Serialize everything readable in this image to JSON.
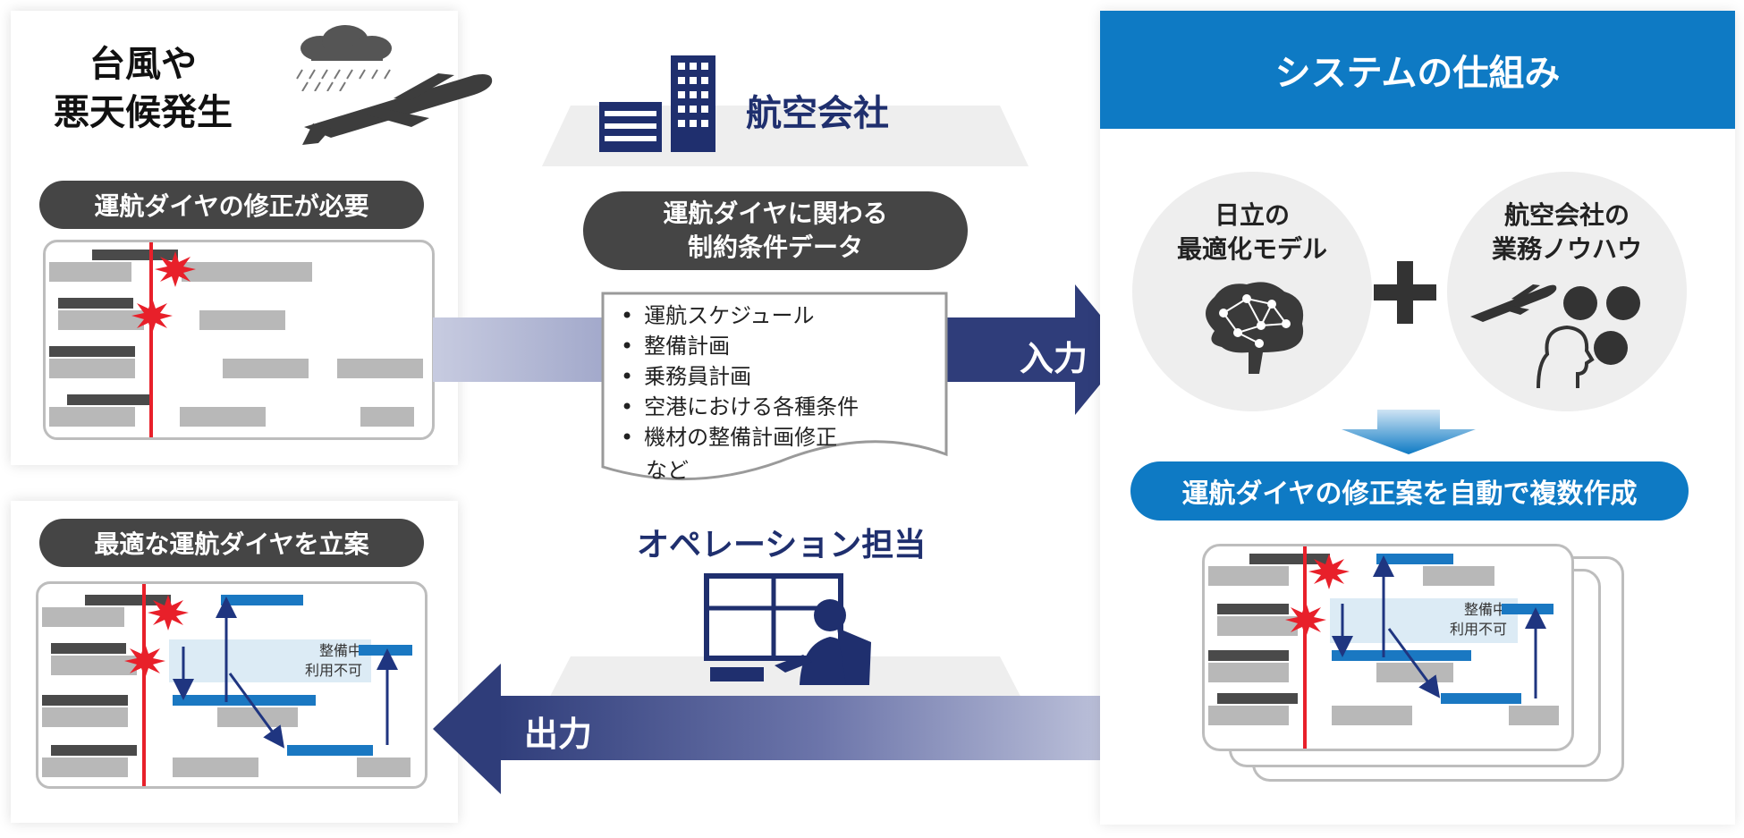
{
  "typhoon": {
    "line1": "台風や",
    "line2": "悪天候発生"
  },
  "left_top_pill": "運航ダイヤの修正が必要",
  "left_bottom_pill": "最適な運航ダイヤを立案",
  "airline": {
    "label": "航空会社"
  },
  "constraints": {
    "pill_line1": "運航ダイヤに関わる",
    "pill_line2": "制約条件データ",
    "items": [
      "運航スケジュール",
      "整備計画",
      "乗務員計画",
      "空港における各種条件",
      "機材の整備計画修正"
    ],
    "tail": "など"
  },
  "operations": {
    "label": "オペレーション担当"
  },
  "arrows": {
    "input": "入力",
    "output": "出力"
  },
  "system": {
    "header": "システムの仕組み",
    "model_line1": "日立の",
    "model_line2": "最適化モデル",
    "plus": "+",
    "knowhow_line1": "航空会社の",
    "knowhow_line2": "業務ノウハウ",
    "result": "運航ダイヤの修正案を自動で複数作成"
  },
  "maintenance_label": {
    "line1": "整備中",
    "line2": "利用不可"
  },
  "colors": {
    "system_blue": "#0e7ac4",
    "navy": "#1f2f6e",
    "dark_pill": "#454545",
    "alert_red": "#e8202a",
    "schedule_blue": "#1a78c2"
  },
  "icons": [
    "storm-cloud-icon",
    "airplane-icon",
    "building-icon",
    "document-icon",
    "operator-monitor-icon",
    "brain-network-icon",
    "plus-icon",
    "wrench-icon",
    "chart-icon",
    "book-icon",
    "person-head-icon",
    "burst-icon"
  ]
}
